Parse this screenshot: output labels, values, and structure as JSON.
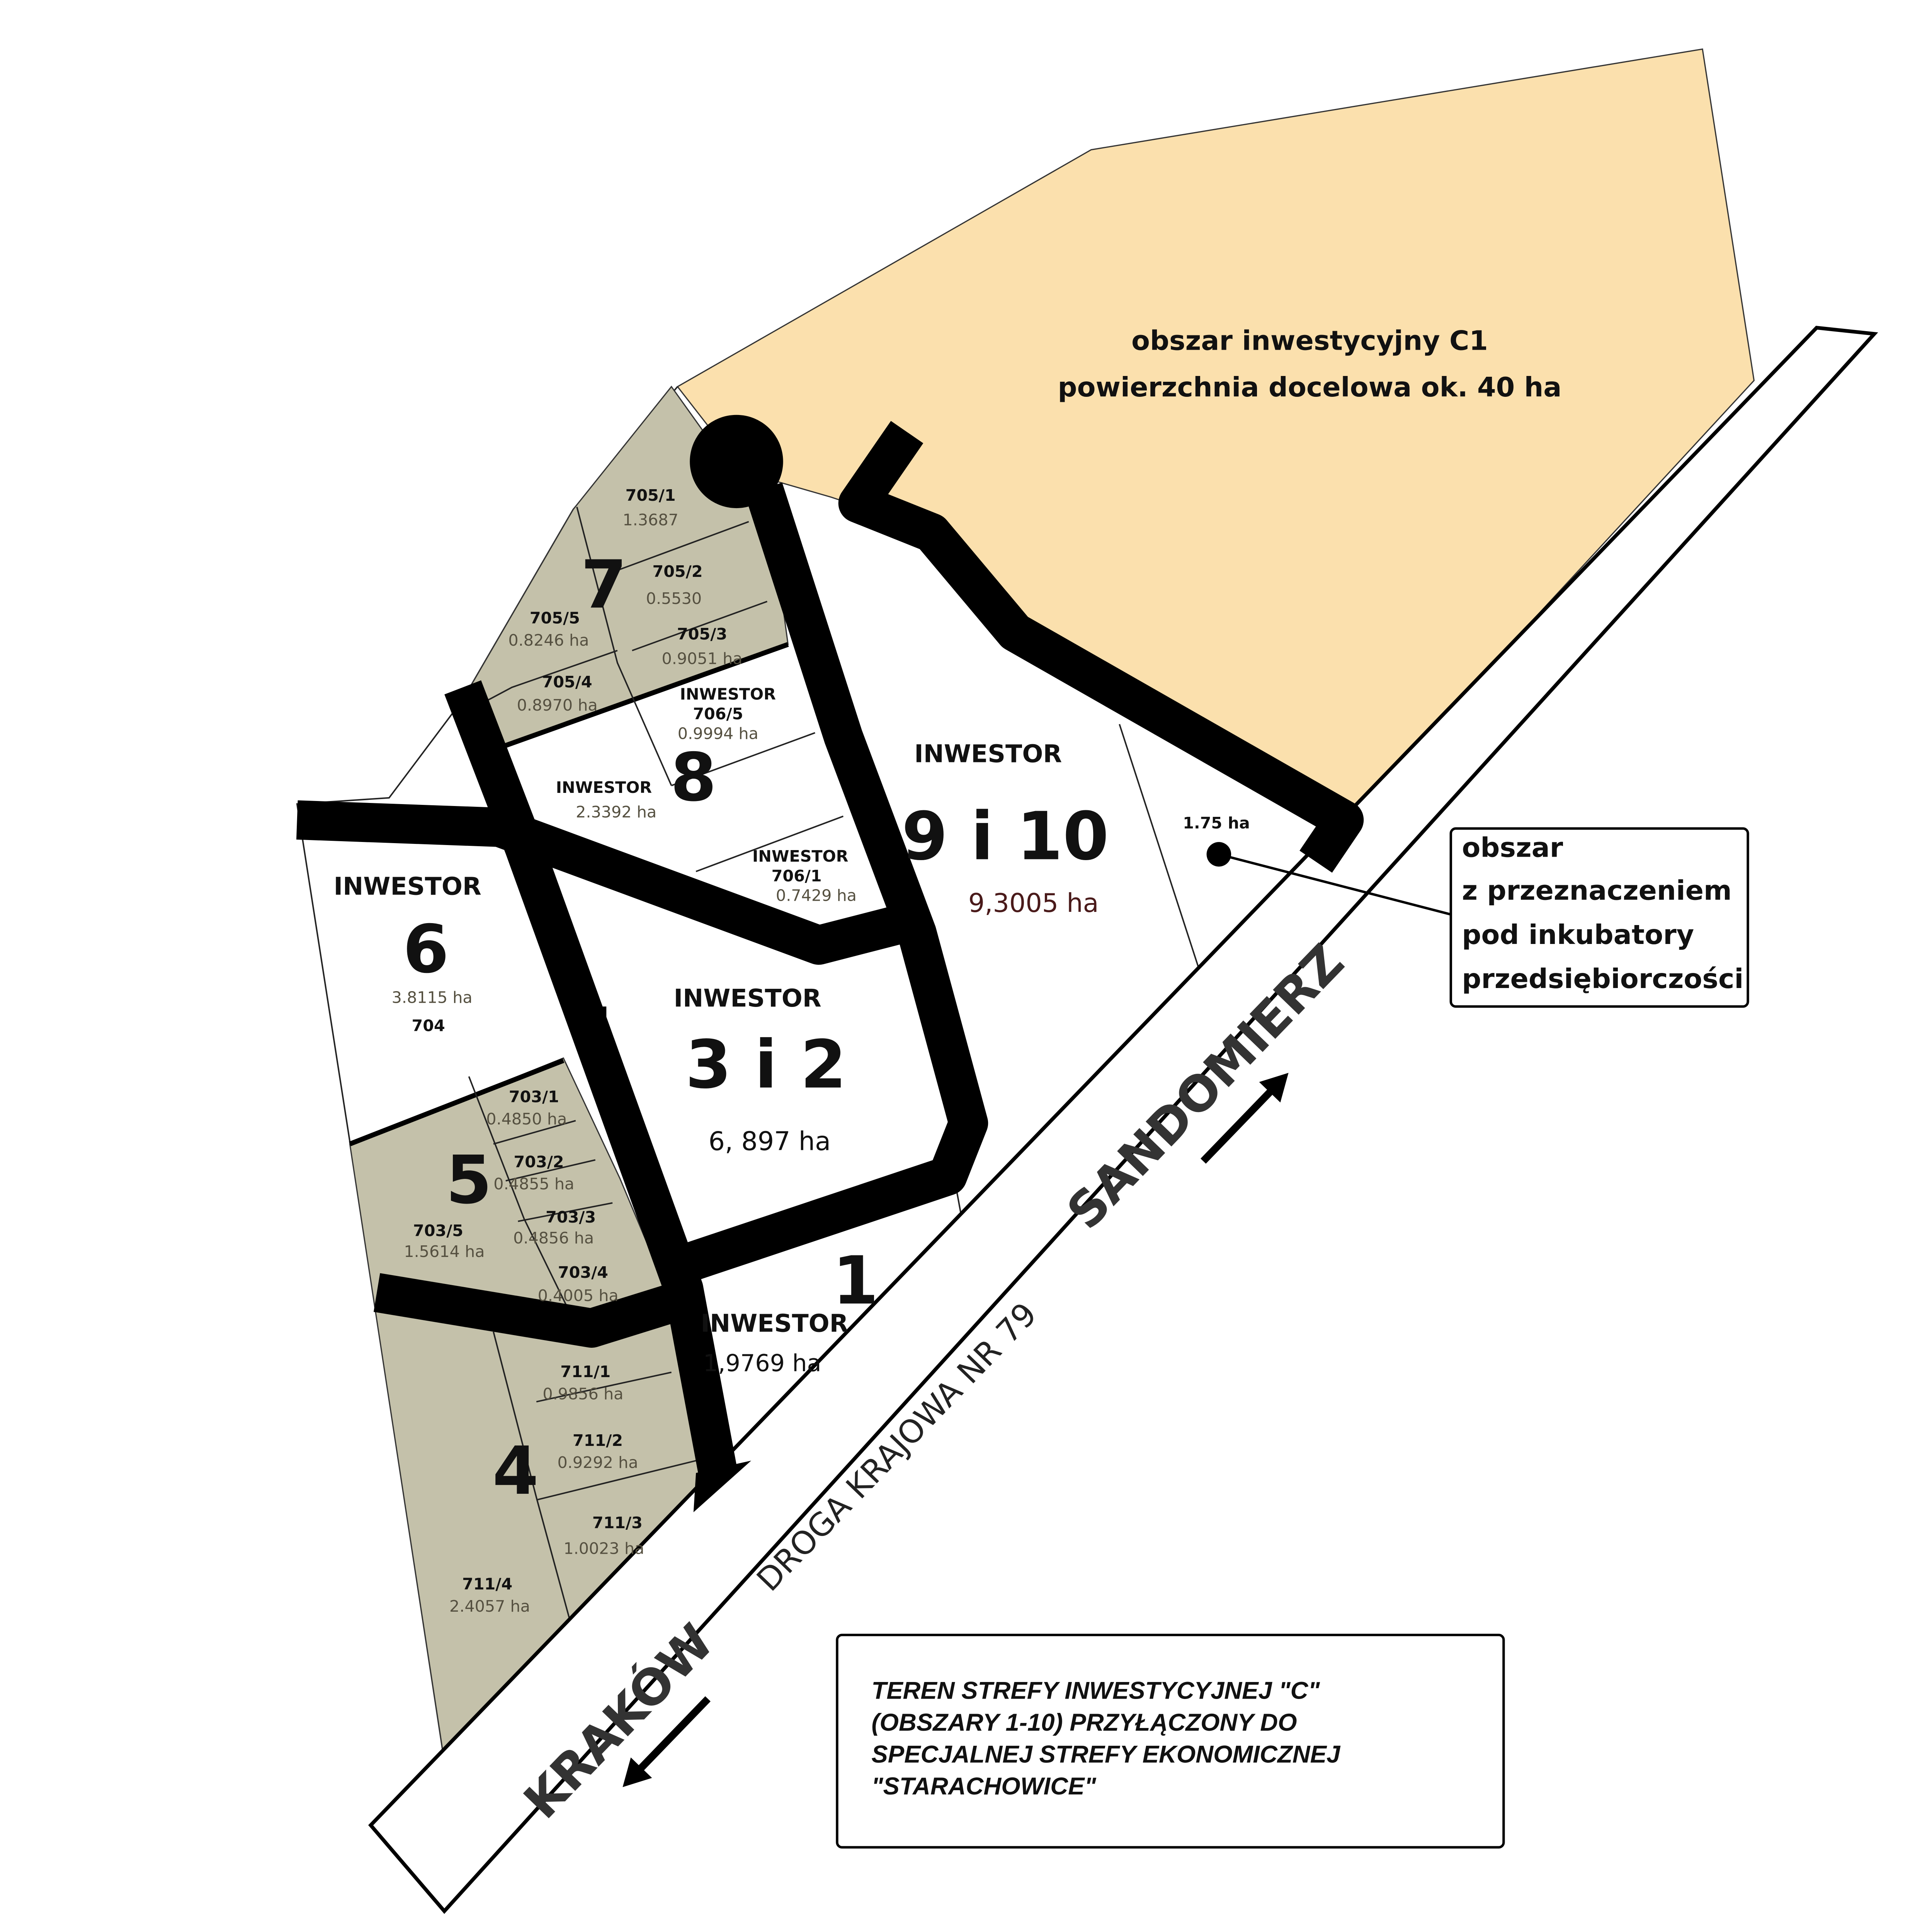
{
  "colors": {
    "c1_area": "#fbe0ad",
    "parcel_gray": "#c4c1aa",
    "road": "#000000",
    "area_text": "#555040"
  },
  "c1": {
    "line1": "obszar inwestycyjny C1",
    "line2": "powierzchnia docelowa ok. 40 ha"
  },
  "zone7": {
    "number": "7",
    "parcels": [
      {
        "id": "705/1",
        "area": "1.3687"
      },
      {
        "id": "705/2",
        "area": "0.5530"
      },
      {
        "id": "705/3",
        "area": "0.9051 ha"
      },
      {
        "id": "705/4",
        "area": "0.8970 ha"
      },
      {
        "id": "705/5",
        "area": "0.8246 ha"
      }
    ]
  },
  "zone8": {
    "number": "8",
    "main": {
      "label": "INWESTOR",
      "area": "2.3392 ha"
    },
    "p7065": {
      "label": "INWESTOR",
      "id": "706/5",
      "area": "0.9994 ha"
    },
    "p7061": {
      "label": "INWESTOR",
      "id": "706/1",
      "area": "0.7429 ha"
    }
  },
  "zone6": {
    "label": "INWESTOR",
    "number": "6",
    "area": "3.8115 ha",
    "id": "704"
  },
  "zone910": {
    "label": "INWESTOR",
    "number": "9 i 10",
    "area": "9,3005 ha"
  },
  "zone32": {
    "label": "INWESTOR",
    "number": "3 i 2",
    "area": "6, 897 ha"
  },
  "zone1": {
    "label": "INWESTOR",
    "number": "1",
    "area": "1,9769 ha"
  },
  "zone5": {
    "number": "5",
    "parcels": [
      {
        "id": "703/1",
        "area": "0.4850 ha"
      },
      {
        "id": "703/2",
        "area": "0.4855 ha"
      },
      {
        "id": "703/3",
        "area": "0.4856 ha"
      },
      {
        "id": "703/4",
        "area": "0.4005 ha"
      },
      {
        "id": "703/5",
        "area": "1.5614 ha"
      }
    ]
  },
  "zone4": {
    "number": "4",
    "parcels": [
      {
        "id": "711/1",
        "area": "0.9856 ha"
      },
      {
        "id": "711/2",
        "area": "0.9292 ha"
      },
      {
        "id": "711/3",
        "area": "1.0023 ha"
      },
      {
        "id": "711/4",
        "area": "2.4057 ha"
      }
    ]
  },
  "incubator": {
    "area": "1.75 ha",
    "lines": [
      "obszar",
      "z przeznaczeniem",
      "pod inkubatory",
      "przedsiębiorczości"
    ]
  },
  "roads": {
    "highway": "DROGA KRAJOWA NR 79",
    "north": "SANDOMIERZ",
    "south": "KRAKÓW"
  },
  "legend": {
    "lines": [
      "TEREN STREFY INWESTYCYJNEJ \"C\"",
      "(OBSZARY 1-10) PRZYŁĄCZONY DO",
      "SPECJALNEJ STREFY EKONOMICZNEJ",
      "\"STARACHOWICE\""
    ]
  }
}
